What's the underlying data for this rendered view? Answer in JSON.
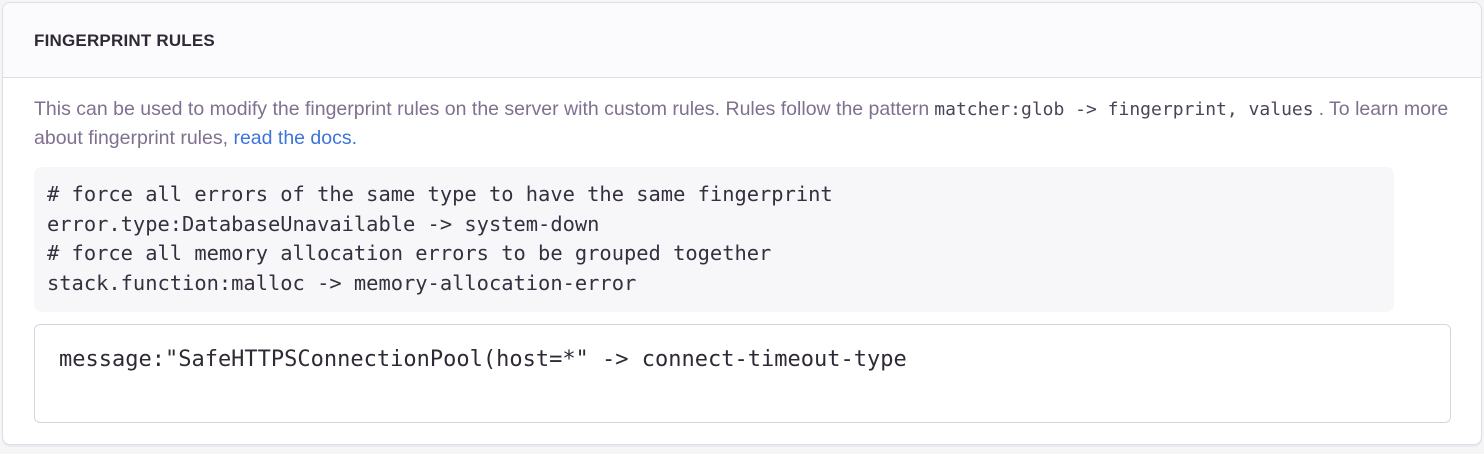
{
  "panel": {
    "title": "FINGERPRINT RULES",
    "description": {
      "text_before_code": "This can be used to modify the fingerprint rules on the server with custom rules. Rules follow the pattern",
      "inline_code": "matcher:glob -> fingerprint, values",
      "text_after_code": ". To learn more about fingerprint rules,",
      "link_label": "read the docs."
    },
    "example": {
      "lines": [
        "# force all errors of the same type to have the same fingerprint",
        "error.type:DatabaseUnavailable -> system-down",
        "# force all memory allocation errors to be grouped together",
        "stack.function:malloc -> memory-allocation-error"
      ]
    },
    "rules_input": {
      "value": "message:\"SafeHTTPSConnectionPool(host=*\" -> connect-timeout-type"
    }
  },
  "colors": {
    "link": "#3c74db",
    "header_text": "#2f2936",
    "body_text": "#80708f",
    "example_bg": "#f7f7f9",
    "panel_border": "#e0dce5"
  }
}
